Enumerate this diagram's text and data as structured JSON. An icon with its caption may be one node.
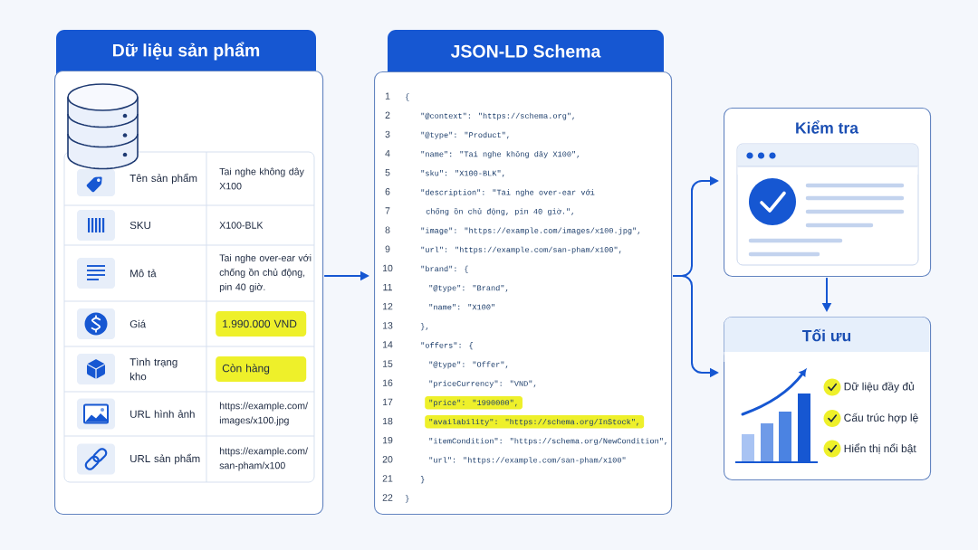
{
  "diagram": {
    "nodes": [
      {
        "text": [
          "Dữ liệu sản phẩm"
        ]
      },
      {
        "text": [
          "JSON-LD Schema"
        ]
      },
      {
        "text": [
          "Kiểm tra"
        ]
      },
      {
        "text": [
          "Tối ưu",
          "Dữ liệu đầy đủ",
          "Cấu trúc hợp lệ",
          "Hiển thị nổi bật"
        ]
      }
    ],
    "edges": [
      {
        "from": 0,
        "to": 1,
        "arrow": "to"
      },
      {
        "from": 1,
        "to": 2,
        "arrow": "to"
      },
      {
        "from": 1,
        "to": 3,
        "arrow": "to"
      },
      {
        "from": 2,
        "to": 3,
        "arrow": "to"
      }
    ],
    "labels": [
      "Tên sản phẩm",
      "Tai nghe không dây X100",
      "SKU",
      "X100-BLK",
      "Mô tả",
      "Tai nghe over-ear với chống ồn chủ động, pin 40 giờ.",
      "Giá",
      "1.990.000 VND",
      "Tình trạng kho",
      "Còn hàng",
      "URL hình ảnh",
      "https://example.com/images/x100.jpg",
      "URL sản phẩm",
      "https://example.com/san-pham/x100",
      "1",
      "{",
      "2",
      "\"@context\": \"https://schema.org\",",
      "3",
      "\"@type\": \"Product\",",
      "4",
      "\"name\": \"Tai nghe không dây X100\",",
      "5",
      "\"sku\": \"X100-BLK\",",
      "6",
      "\"description\": \"Tai nghe over-ear với",
      "7",
      "chống ồn chủ động, pin 40 giờ.\",",
      "8",
      "\"image\": \"https://example.com/images/x100.jpg\",",
      "9",
      "\"url\": \"https://example.com/san-pham/x100\",",
      "10",
      "\"brand\": {",
      "11",
      "\"@type\": \"Brand\",",
      "12",
      "\"name\": \"X100\"",
      "13",
      "},",
      "14",
      "\"offers\": {",
      "15",
      "\"@type\": \"Offer\",",
      "16",
      "\"priceCurrency\": \"VND\",",
      "17",
      "\"price\": \"1990000\",",
      "18",
      "\"availability\": \"https://schema.org/InStock\",",
      "19",
      "\"itemCondition\": \"https://schema.org/NewCondition\",",
      "20",
      "\"url\": \"https://example.com/san-pham/x100\"",
      "21",
      "}",
      "22",
      "}"
    ]
  }
}
